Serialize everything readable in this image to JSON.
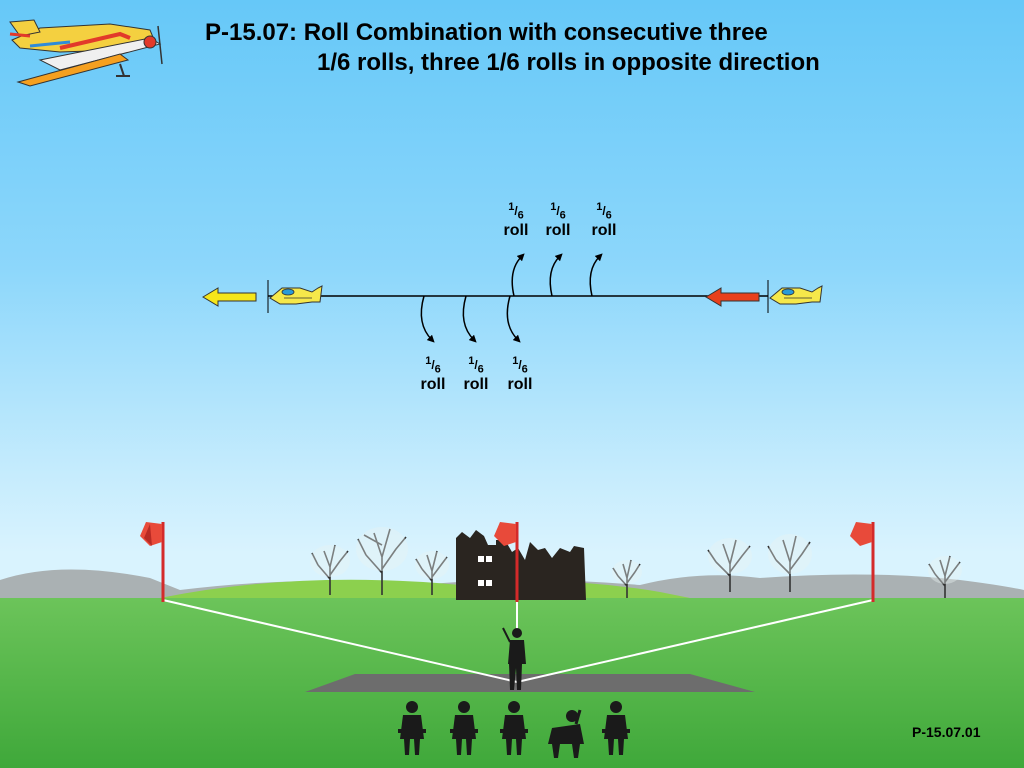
{
  "title": {
    "line1": "P-15.07: Roll Combination with consecutive three",
    "line2": "1/6 rolls, three 1/6 rolls in opposite direction"
  },
  "figure_code": "P-15.07.01",
  "roll_labels": {
    "numerator": "1",
    "denominator": "6",
    "word": "roll"
  },
  "colors": {
    "entry_arrow": "#e8401c",
    "exit_arrow": "#f5e61a",
    "flagpole": "#d42a2a",
    "ground": "#54b848"
  }
}
